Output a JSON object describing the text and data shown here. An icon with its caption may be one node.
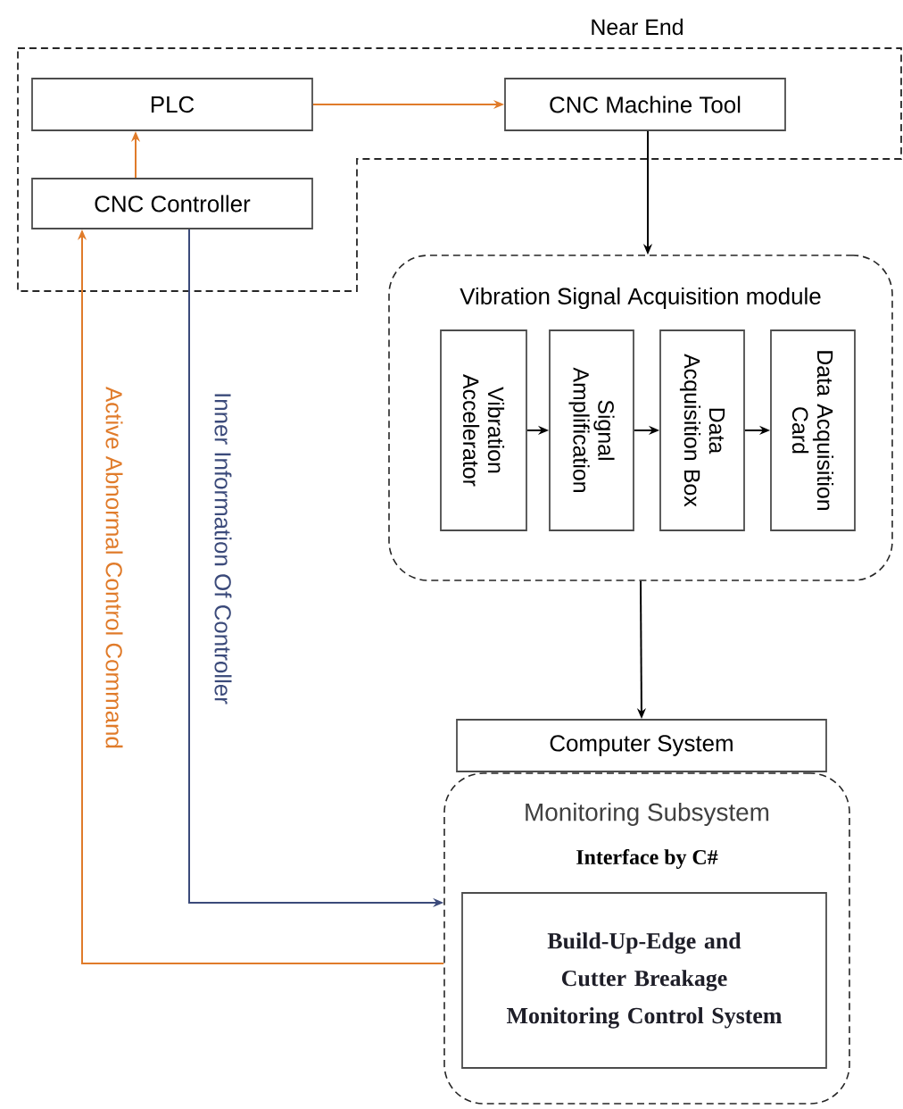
{
  "diagram": {
    "nodes": [
      {
        "text": [
          "Near End"
        ]
      },
      {
        "text": [
          "PLC"
        ],
        "in": 0
      },
      {
        "text": [
          "CNC Controller"
        ],
        "in": 0
      },
      {
        "text": [
          "CNC Machine Tool"
        ],
        "in": 0
      },
      {
        "text": [
          "Vibration Signal Acquisition module"
        ]
      },
      {
        "text": [
          "Vibration Accelerator"
        ],
        "in": 4
      },
      {
        "text": [
          "Signal Amplification"
        ],
        "in": 4
      },
      {
        "text": [
          "Data Acquisition Box"
        ],
        "in": 4
      },
      {
        "text": [
          "Data Acquisition Card"
        ],
        "in": 4
      },
      {
        "text": [
          "Computer System"
        ]
      },
      {
        "text": [
          "Monitoring Subsystem",
          "Interface by C#"
        ]
      },
      {
        "text": [
          "Build-Up-Edge and Cutter Breakage Monitoring Control System"
        ],
        "in": 10
      }
    ],
    "edges": [
      {
        "from": 2,
        "to": 1,
        "arrow": "to",
        "color": "#e07b2a"
      },
      {
        "from": 1,
        "to": 3,
        "arrow": "to",
        "color": "#e07b2a"
      },
      {
        "from": 3,
        "to": 4,
        "arrow": "to"
      },
      {
        "from": 5,
        "to": 6,
        "arrow": "to"
      },
      {
        "from": 6,
        "to": 7,
        "arrow": "to"
      },
      {
        "from": 7,
        "to": 8,
        "arrow": "to"
      },
      {
        "from": 4,
        "to": 9,
        "arrow": "to"
      },
      {
        "from": 2,
        "to": 10,
        "arrow": "to",
        "label": "Inner Information Of Controller",
        "color": "#3b4a7a"
      },
      {
        "from": 10,
        "to": 2,
        "arrow": "to",
        "label": "Active Abnormal Control Command",
        "color": "#e07b2a"
      }
    ]
  }
}
